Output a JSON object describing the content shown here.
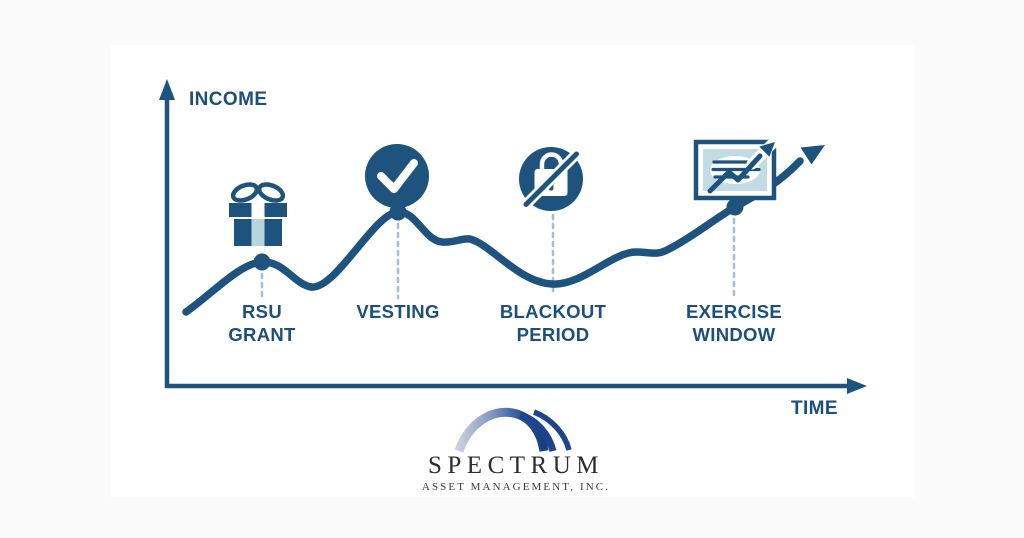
{
  "diagram": {
    "title_semantic": "RSU income over time",
    "y_axis_label": "INCOME",
    "x_axis_label": "TIME",
    "milestones": [
      {
        "id": "rsu-grant",
        "label": "RSU\nGRANT",
        "icon": "gift-icon"
      },
      {
        "id": "vesting",
        "label": "VESTING",
        "icon": "check-circle-icon"
      },
      {
        "id": "blackout-period",
        "label": "BLACKOUT\nPERIOD",
        "icon": "blocked-lock-icon"
      },
      {
        "id": "exercise-window",
        "label": "EXERCISE\nWINDOW",
        "icon": "stock-certificate-icon"
      }
    ]
  },
  "branding": {
    "company_name": "SPECTRUM",
    "company_subtitle": "ASSET MANAGEMENT, INC."
  },
  "colors": {
    "navy": "#1E537E",
    "label_text": "#1C4F7C",
    "ribbon_light_blue": "#B8D4DE",
    "certificate_light_blue": "#C3DCE3",
    "dashed_connector": "#A4BFD1",
    "logo_blue_dark": "#17407F",
    "logo_silver": "#C9D0DA",
    "logo_text": "#2D2D2D",
    "card_background": "#FFFFFF",
    "page_background": "#FAFAFA"
  }
}
